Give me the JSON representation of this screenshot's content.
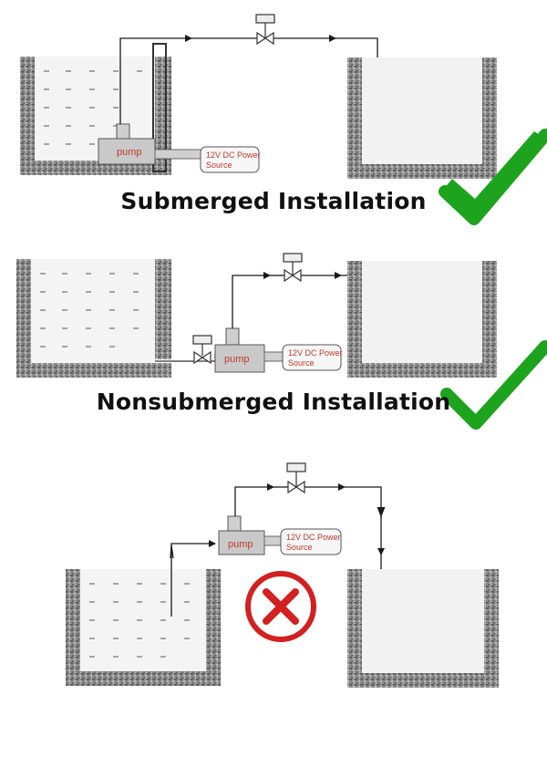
{
  "scenarios": [
    {
      "caption": "Submerged Installation",
      "pump_label": "pump",
      "power_line1": "12V DC Power",
      "power_line2": "Source",
      "verdict_icon": "green-check-icon"
    },
    {
      "caption": "Nonsubmerged Installation",
      "pump_label": "pump",
      "power_line1": "12V DC Power",
      "power_line2": "Source",
      "verdict_icon": "green-check-icon"
    },
    {
      "caption": "",
      "pump_label": "pump",
      "power_line1": "12V DC Power",
      "power_line2": "Source",
      "verdict_icon": "red-cross-icon"
    }
  ],
  "colors": {
    "tank_wall": "#8a8a8a",
    "water": "#f4f4f4",
    "pipe": "#1a1a1a",
    "pump_body": "#c9c9c9",
    "check_green": "#1ea31e",
    "cross_red": "#d32020",
    "label_red": "#c0392b"
  }
}
